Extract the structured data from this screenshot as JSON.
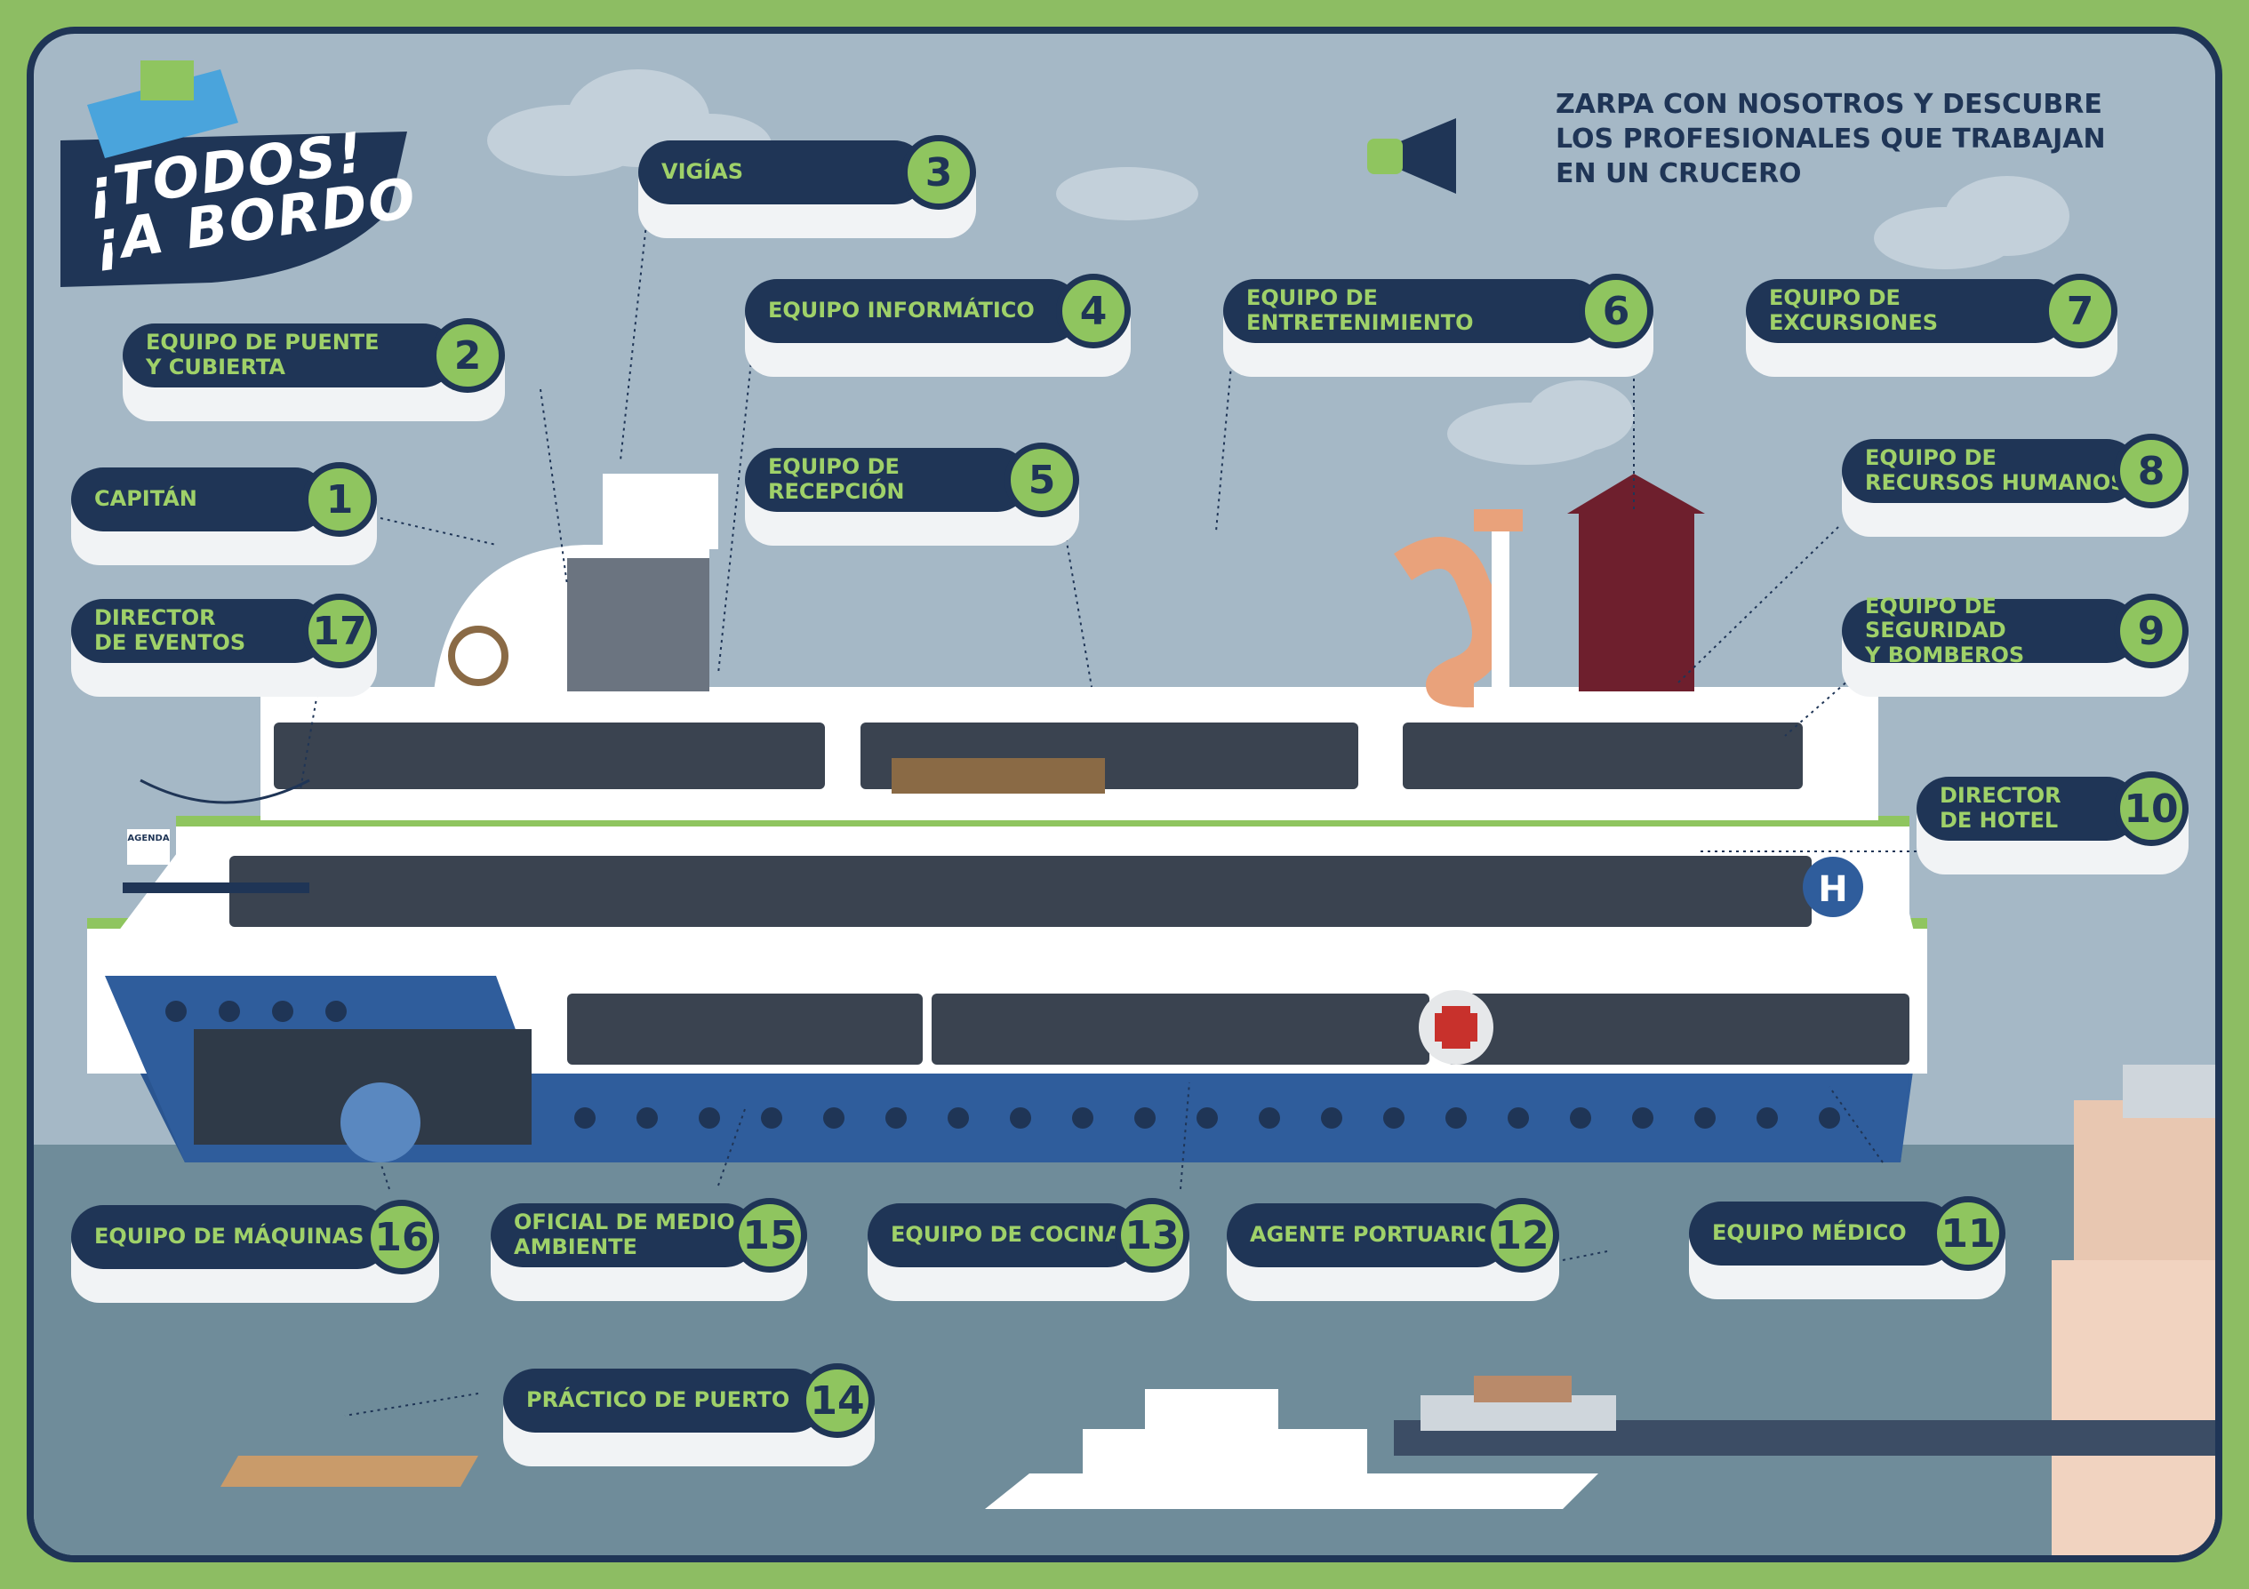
{
  "header": {
    "title_line1": "¡TODOS!",
    "title_line2": "¡A BORDO",
    "headline": "ZARPA CON NOSOTROS Y DESCUBRE LOS PROFESIONALES QUE TRABAJAN EN UN CRUCERO"
  },
  "labels": [
    {
      "num": "1",
      "text": "CAPITÁN"
    },
    {
      "num": "2",
      "text": "EQUIPO DE PUENTE\nY CUBIERTA"
    },
    {
      "num": "3",
      "text": "VIGÍAS"
    },
    {
      "num": "4",
      "text": "EQUIPO INFORMÁTICO"
    },
    {
      "num": "5",
      "text": "EQUIPO DE RECEPCIÓN"
    },
    {
      "num": "6",
      "text": "EQUIPO DE ENTRETENIMIENTO"
    },
    {
      "num": "7",
      "text": "EQUIPO DE EXCURSIONES"
    },
    {
      "num": "8",
      "text": "EQUIPO DE\nRECURSOS HUMANOS"
    },
    {
      "num": "9",
      "text": "EQUIPO DE SEGURIDAD\nY BOMBEROS"
    },
    {
      "num": "10",
      "text": "DIRECTOR\nDE HOTEL"
    },
    {
      "num": "11",
      "text": "EQUIPO MÉDICO"
    },
    {
      "num": "12",
      "text": "AGENTE PORTUARIO"
    },
    {
      "num": "13",
      "text": "EQUIPO DE COCINA"
    },
    {
      "num": "14",
      "text": "PRÁCTICO DE PUERTO"
    },
    {
      "num": "15",
      "text": "OFICIAL DE MEDIO\nAMBIENTE"
    },
    {
      "num": "16",
      "text": "EQUIPO DE MÁQUINAS"
    },
    {
      "num": "17",
      "text": "DIRECTOR\nDE EVENTOS"
    }
  ],
  "scene_text": {
    "agenda": "AGENDA",
    "hotel_badge": "H"
  },
  "colors": {
    "navy": "#1f3556",
    "green": "#8fc55f",
    "sky": "#a5b8c6",
    "sea": "#6f8c9a",
    "hull_blue": "#2f5d9c"
  }
}
